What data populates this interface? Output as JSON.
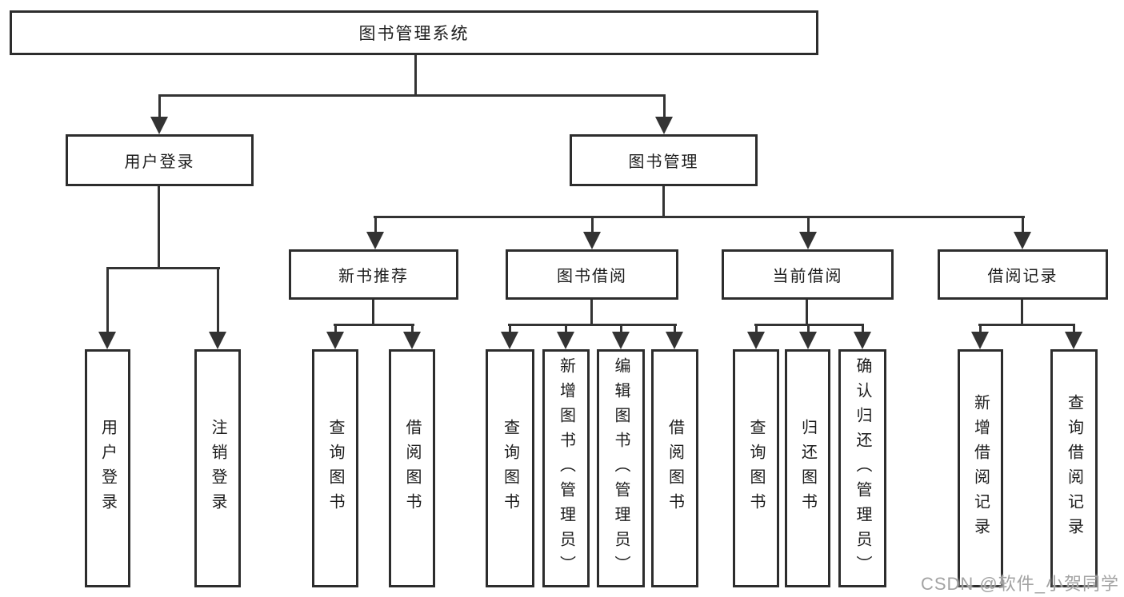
{
  "diagram": {
    "root": "图书管理系统",
    "branches": [
      {
        "label": "用户登录",
        "children": [
          "用户登录",
          "注销登录"
        ]
      },
      {
        "label": "图书管理",
        "groups": [
          {
            "label": "新书推荐",
            "children": [
              "查询图书",
              "借阅图书"
            ]
          },
          {
            "label": "图书借阅",
            "children": [
              "查询图书",
              "新增图书（管理员）",
              "编辑图书（管理员）",
              "借阅图书"
            ]
          },
          {
            "label": "当前借阅",
            "children": [
              "查询图书",
              "归还图书",
              "确认归还（管理员）"
            ]
          },
          {
            "label": "借阅记录",
            "children": [
              "新增借阅记录",
              "查询借阅记录"
            ]
          }
        ]
      }
    ]
  },
  "style": {
    "line_color": "#333333",
    "border_color": "#2d2d2d",
    "background_color": "#ffffff",
    "watermark_color": "#a3a3a3"
  },
  "watermark": "CSDN @软件_小贺同学"
}
